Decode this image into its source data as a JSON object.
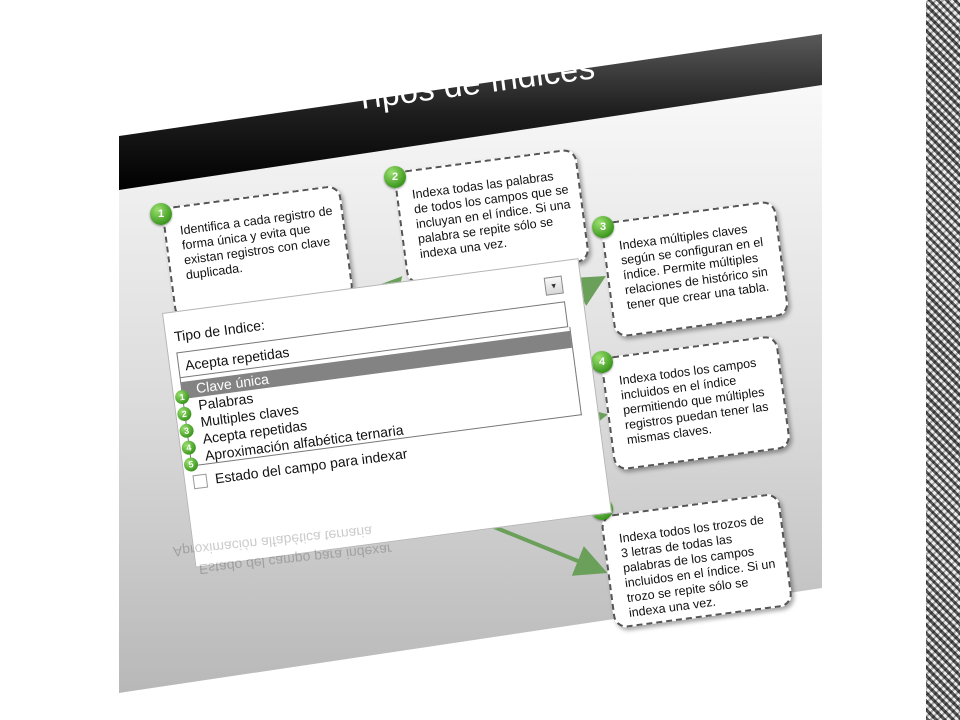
{
  "slide": {
    "title": "Tipos de índices"
  },
  "callouts": [
    {
      "number": "1",
      "text": "Identifica a cada registro de forma única y evita que existan registros con clave duplicada."
    },
    {
      "number": "2",
      "text": "Indexa todas las palabras de todos los campos que se incluyan en el índice. Si una palabra se repite sólo se indexa una vez."
    },
    {
      "number": "3",
      "text": "Indexa múltiples claves según se configuran en el índice. Permite múltiples relaciones de histórico sin tener que crear una tabla."
    },
    {
      "number": "4",
      "text": "Indexa todos los campos incluidos en el índice permitiendo que múltiples registros puedan tener las mismas claves."
    },
    {
      "number": "5",
      "text": "Indexa todos los trozos de 3 letras de todas las palabras de los campos incluidos en el índice. Si un trozo se repite sólo se indexa una vez."
    }
  ],
  "dialog": {
    "label": "Tipo de Indice:",
    "dropdown_arrow": "▾",
    "selected_value": "Acepta repetidas",
    "options": [
      {
        "number": "1",
        "label": "Clave única"
      },
      {
        "number": "2",
        "label": "Palabras"
      },
      {
        "number": "3",
        "label": "Multiples claves"
      },
      {
        "number": "4",
        "label": "Acepta repetidas"
      },
      {
        "number": "5",
        "label": "Aproximación alfabética ternaria"
      }
    ],
    "checkbox_label": "Estado del campo para indexar"
  },
  "reflection": {
    "line1": "Estado del campo para indexar",
    "line2": "Aproximación alfabética ternaria"
  },
  "colors": {
    "banner": "#111111",
    "connector": "#6aa05a",
    "badge": "#3f9a21",
    "selected_option": "#838383"
  }
}
